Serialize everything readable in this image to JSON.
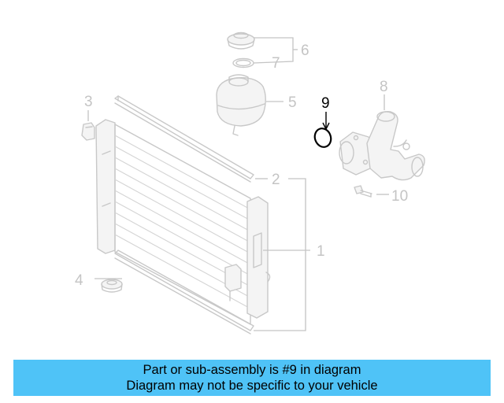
{
  "diagram": {
    "callouts": [
      {
        "id": "1",
        "label": "1",
        "highlighted": false
      },
      {
        "id": "2",
        "label": "2",
        "highlighted": false
      },
      {
        "id": "3",
        "label": "3",
        "highlighted": false
      },
      {
        "id": "4",
        "label": "4",
        "highlighted": false
      },
      {
        "id": "5",
        "label": "5",
        "highlighted": false
      },
      {
        "id": "6",
        "label": "6",
        "highlighted": false
      },
      {
        "id": "7",
        "label": "7",
        "highlighted": false
      },
      {
        "id": "8",
        "label": "8",
        "highlighted": false
      },
      {
        "id": "9",
        "label": "9",
        "highlighted": true
      },
      {
        "id": "10",
        "label": "10",
        "highlighted": false
      }
    ],
    "colors": {
      "part_line": "#c8c8c8",
      "highlight": "#000000",
      "banner": "#4fc3f7"
    }
  },
  "banner": {
    "line1": "Part or sub-assembly is #9 in diagram",
    "line2": "Diagram may not be specific to your vehicle"
  }
}
